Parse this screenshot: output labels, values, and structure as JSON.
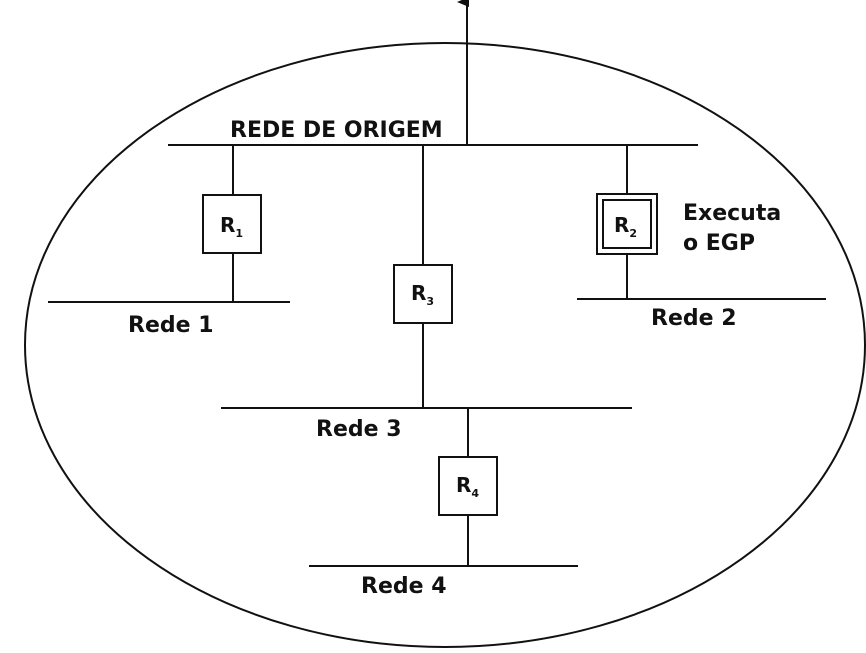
{
  "networks": {
    "origin": "REDE DE ORIGEM",
    "net1": "Rede 1",
    "net2": "Rede 2",
    "net3": "Rede 3",
    "net4": "Rede 4"
  },
  "routers": {
    "r1": {
      "letter": "R",
      "sub": "1"
    },
    "r2": {
      "letter": "R",
      "sub": "2"
    },
    "r3": {
      "letter": "R",
      "sub": "3"
    },
    "r4": {
      "letter": "R",
      "sub": "4"
    }
  },
  "note": {
    "line1": "Executa",
    "line2": "o EGP"
  },
  "colors": {
    "ink": "#111111",
    "background": "#ffffff"
  }
}
